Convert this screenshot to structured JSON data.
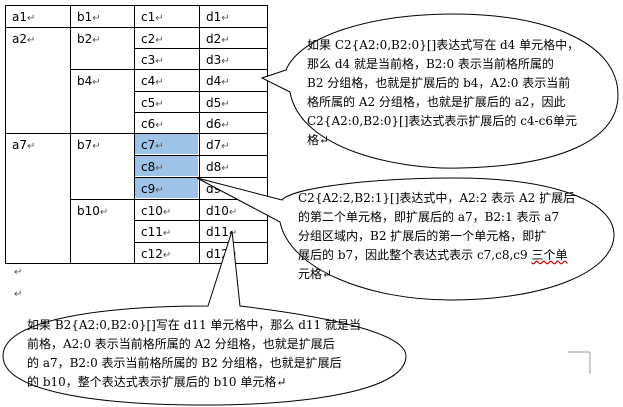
{
  "table": {
    "mark": "↵",
    "rows": [
      [
        "a1",
        "b1",
        "c1",
        "d1"
      ],
      [
        "a2",
        "b2",
        "c2",
        "d2"
      ],
      [
        "",
        "",
        "c3",
        "d3"
      ],
      [
        "",
        "b4",
        "c4",
        "d4"
      ],
      [
        "",
        "",
        "c5",
        "d5"
      ],
      [
        "",
        "",
        "c6",
        "d6"
      ],
      [
        "a7",
        "b7",
        "c7",
        "d7"
      ],
      [
        "",
        "",
        "c8",
        "d8"
      ],
      [
        "",
        "",
        "c9",
        "d9"
      ],
      [
        "",
        "b10",
        "c10",
        "d10"
      ],
      [
        "",
        "",
        "c11",
        "d11"
      ],
      [
        "",
        "",
        "c12",
        "d12"
      ]
    ],
    "highlight_color": "#9dc3e6"
  },
  "callout_1": {
    "lines": [
      "如果 C2{A2:0,B2:0}[]表达式写在 d4 单元格中，",
      "那么 d4 就是当前格，B2:0 表示当前格所属的",
      "B2 分组格，也就是扩展后的 b4，A2:0 表示当前",
      "格所属的 A2 分组格，也就是扩展后的 a2，因此",
      "C2{A2:0,B2:0}[]表达式表示扩展后的 c4-c6单元",
      "格↵"
    ]
  },
  "callout_2": {
    "lines": [
      "C2{A2:2,B2:1}[]表达式中，A2:2 表示 A2 扩展后",
      "的第二个单元格，即扩展后的 a7，B2:1 表示 a7",
      "分组区域内，B2 扩展后的第一个单元格，即扩",
      "展后的 b7，因此整个表达式表示 c7,c8,c9 "
    ],
    "underlined": "三个单",
    "last_line": "元格↵"
  },
  "callout_3": {
    "lines": [
      "如果 B2{A2:0,B2:0}[]写在 d11 单元格中，那么 d11 就是当",
      "前格，A2:0 表示当前格所属的 A2 分组格，也就是扩展后",
      "的 a7，B2:0 表示当前格所属的 B2 分组格，也就是扩展后",
      "的 b10，整个表达式表示扩展后的 b10 单元格↵"
    ]
  },
  "marks": {
    "after_table_1": "↵",
    "after_table_2": "↵"
  }
}
